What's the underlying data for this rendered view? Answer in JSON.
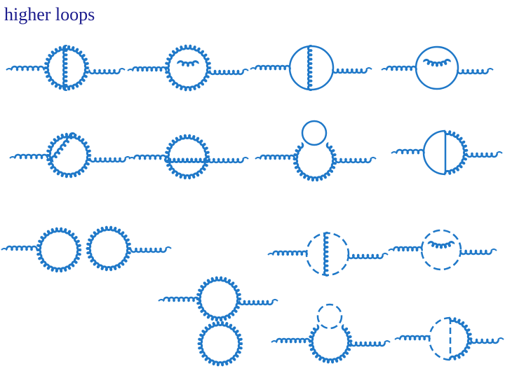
{
  "title": "higher loops",
  "colors": {
    "line": "#1f78c8",
    "title": "#1a1a8c",
    "background": "#ffffff"
  },
  "diagrams": [
    {
      "id": "d1",
      "loop": "gluon",
      "feature": "gluon-vertical-chord",
      "legs": "gluon"
    },
    {
      "id": "d2",
      "loop": "gluon",
      "feature": "gluon-upper-arc",
      "legs": "gluon"
    },
    {
      "id": "d3",
      "loop": "fermion",
      "feature": "gluon-vertical-chord",
      "legs": "gluon"
    },
    {
      "id": "d4",
      "loop": "fermion",
      "feature": "gluon-upper-arc",
      "legs": "gluon"
    },
    {
      "id": "d5",
      "loop": "gluon",
      "feature": "gluon-diagonal-chord",
      "legs": "gluon"
    },
    {
      "id": "d6",
      "loop": "gluon",
      "feature": "gluon-through-line",
      "legs": "gluon"
    },
    {
      "id": "d7",
      "loop": "gluon",
      "feature": "fermion-bubble-on-top",
      "legs": "gluon"
    },
    {
      "id": "d8",
      "loop": "fermion",
      "feature": "fermion-chord-gluon-right-arc",
      "legs": "gluon"
    },
    {
      "id": "d9",
      "loop": "gluon",
      "feature": "double-gluon-bubble-horizontal",
      "legs": "gluon"
    },
    {
      "id": "d10",
      "loop": "ghost",
      "feature": "gluon-vertical-chord",
      "legs": "gluon"
    },
    {
      "id": "d11",
      "loop": "ghost",
      "feature": "gluon-upper-arc",
      "legs": "gluon"
    },
    {
      "id": "d12",
      "loop": "gluon",
      "feature": "double-gluon-bubble-vertical",
      "legs": "gluon"
    },
    {
      "id": "d13",
      "loop": "gluon",
      "feature": "ghost-bubble-on-top",
      "legs": "gluon"
    },
    {
      "id": "d14",
      "loop": "ghost",
      "feature": "ghost-chord-gluon-right-arc",
      "legs": "gluon"
    }
  ]
}
